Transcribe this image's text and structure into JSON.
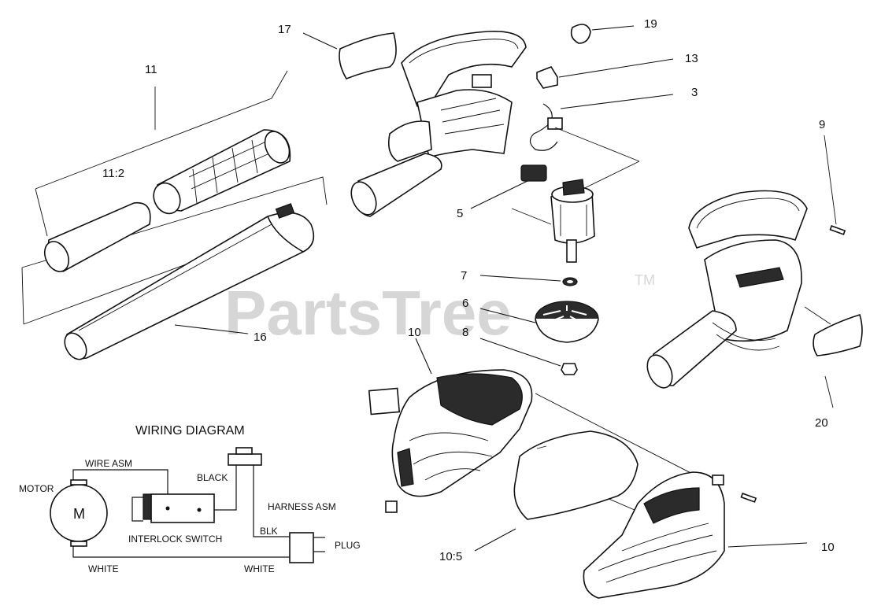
{
  "watermark": {
    "text": "PartsTree",
    "trademark": "TM"
  },
  "callouts": {
    "c17": "17",
    "c19": "19",
    "c13": "13",
    "c3": "3",
    "c11": "11",
    "c11_2": "11:2",
    "c9": "9",
    "c5": "5",
    "c7": "7",
    "c6": "6",
    "c8": "8",
    "c10_top": "10",
    "c16": "16",
    "c20": "20",
    "c10_5": "10:5",
    "c10_bottom": "10"
  },
  "wiring": {
    "title": "WIRING DIAGRAM",
    "motor_label": "MOTOR",
    "motor_symbol": "M",
    "wire_asm": "WIRE ASM",
    "black": "BLACK",
    "harness_asm": "HARNESS ASM",
    "blk": "BLK",
    "plug": "PLUG",
    "interlock_switch": "INTERLOCK SWITCH",
    "white_left": "WHITE",
    "white_right": "WHITE"
  }
}
